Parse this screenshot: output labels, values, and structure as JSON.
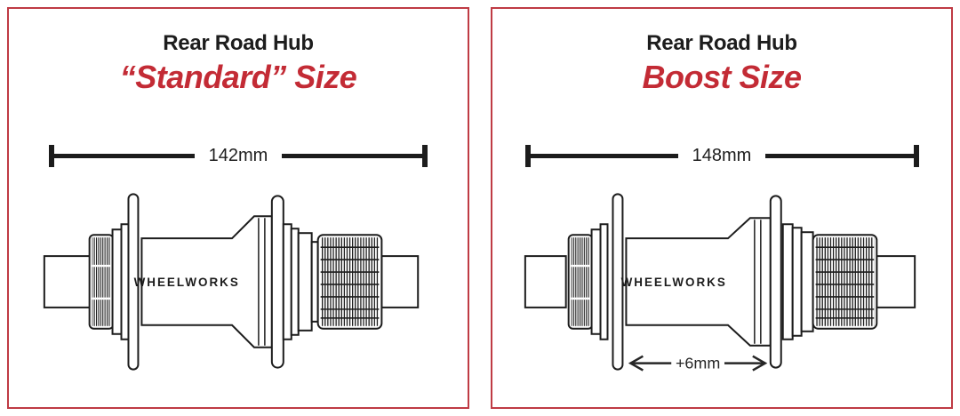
{
  "colors": {
    "brand_red": "#C32B35",
    "border_red": "#BF3B44",
    "ink": "#1C1C1C"
  },
  "panels": [
    {
      "title": "Rear Road Hub",
      "subtitle": "“Standard” Size",
      "dimension_label": "142mm",
      "hub_brand": "WHEELWORKS"
    },
    {
      "title": "Rear Road Hub",
      "subtitle": "Boost Size",
      "dimension_label": "148mm",
      "hub_brand": "WHEELWORKS",
      "delta_label": "+6mm"
    }
  ]
}
